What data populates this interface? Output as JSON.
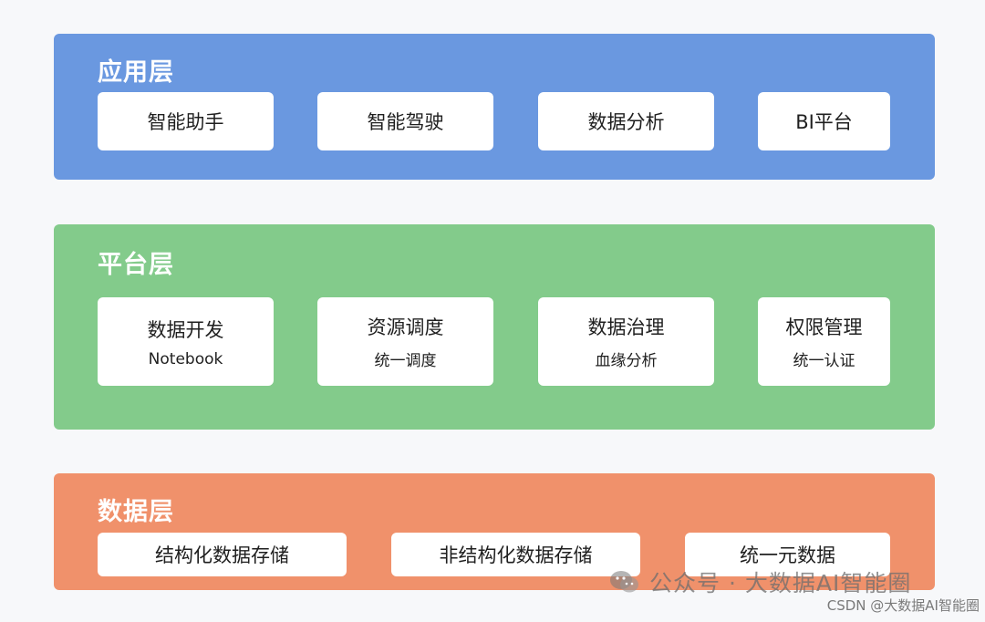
{
  "layers": {
    "app": {
      "title": "应用层",
      "items": [
        "智能助手",
        "智能驾驶",
        "数据分析",
        "BI平台"
      ]
    },
    "platform": {
      "title": "平台层",
      "items": [
        {
          "main": "数据开发",
          "sub": "Notebook"
        },
        {
          "main": "资源调度",
          "sub": "统一调度"
        },
        {
          "main": "数据治理",
          "sub": "血缘分析"
        },
        {
          "main": "权限管理",
          "sub": "统一认证"
        }
      ]
    },
    "data": {
      "title": "数据层",
      "items": [
        "结构化数据存储",
        "非结构化数据存储",
        "统一元数据"
      ]
    }
  },
  "colors": {
    "app": "#6a98e0",
    "platform": "#83cb8b",
    "data": "#f0916b"
  },
  "watermark": {
    "text": "公众号 · 大数据AI智能圈",
    "icon": "wechat-icon",
    "csdn": "CSDN @大数据AI智能圈"
  }
}
